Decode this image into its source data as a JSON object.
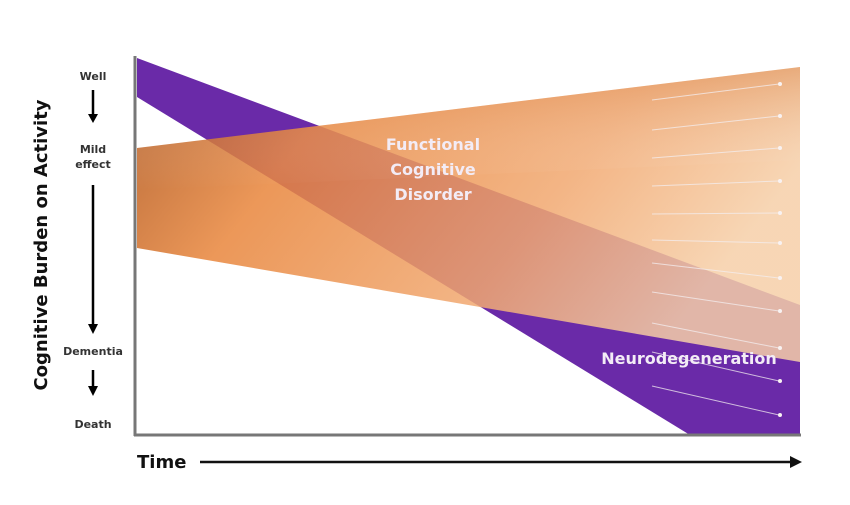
{
  "y_axis": {
    "title": "Cognitive Burden on Activity",
    "levels": [
      "Well",
      "Mild",
      "effect",
      "Dementia",
      "Death"
    ]
  },
  "x_axis": {
    "title": "Time"
  },
  "bands": {
    "functional": {
      "line1": "Functional",
      "line2": "Cognitive",
      "line3": "Disorder",
      "color": "#e8843a"
    },
    "neuro": {
      "label": "Neurodegeneration",
      "color": "#6a2aa8"
    }
  }
}
